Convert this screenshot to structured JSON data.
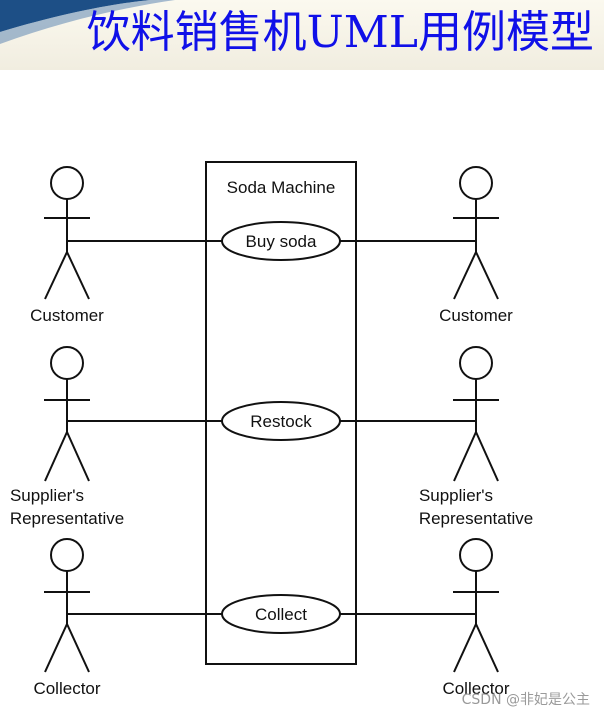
{
  "header": {
    "title": "饮料销售机UML用例模型"
  },
  "diagram": {
    "system": {
      "name": "Soda Machine"
    },
    "use_cases": [
      {
        "id": "buy",
        "label": "Buy soda"
      },
      {
        "id": "restock",
        "label": "Restock"
      },
      {
        "id": "collect",
        "label": "Collect"
      }
    ],
    "actors": {
      "left": [
        {
          "lines": [
            "Customer"
          ],
          "use_case": "buy"
        },
        {
          "lines": [
            "Supplier's",
            "Representative"
          ],
          "use_case": "restock"
        },
        {
          "lines": [
            "Collector"
          ],
          "use_case": "collect"
        }
      ],
      "right": [
        {
          "lines": [
            "Customer"
          ],
          "use_case": "buy"
        },
        {
          "lines": [
            "Supplier's",
            "Representative"
          ],
          "use_case": "restock"
        },
        {
          "lines": [
            "Collector"
          ],
          "use_case": "collect"
        }
      ]
    }
  },
  "watermark": "CSDN @非妃是公主",
  "colors": {
    "title": "#1010e8",
    "header_band": "#1d4f86",
    "ink": "#111111"
  }
}
